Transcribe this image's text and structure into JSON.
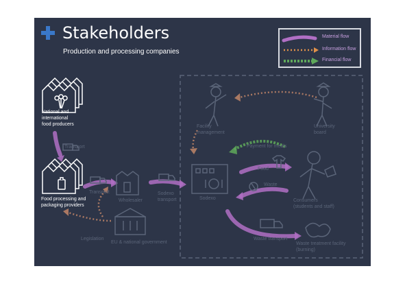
{
  "title": "Stakeholders",
  "subtitle": "Production and processing companies",
  "legend": {
    "material": "Material flow",
    "information": "Information flow",
    "financial": "Financial flow"
  },
  "nodes": {
    "producers": "National and\ninternational\nfood producers",
    "processing": "Food processing and\npackaging providers",
    "facility": "Facility\nmanagement",
    "university": "University\nboard",
    "sodexo": "Sodexo",
    "consumers": "Consumers\n(students and staff)",
    "wholesaler": "Wholesaler",
    "eu_gov": "EU & national government",
    "waste_facility": "Waste treatment facility\n(burning)"
  },
  "flows": {
    "transport_1": "Transport",
    "transport_2": "Transport",
    "sodexo_transport": "Sodexo\ntransport",
    "payment": "Payment for meals",
    "food": "Food",
    "waste": "Waste",
    "waste_transport": "Waste transport",
    "legislation": "Legislation"
  },
  "colors": {
    "background": "#2d3548",
    "material": "#b06fc4",
    "information": "#e0914a",
    "financial": "#5fa85b",
    "accent": "#3a78c9"
  }
}
